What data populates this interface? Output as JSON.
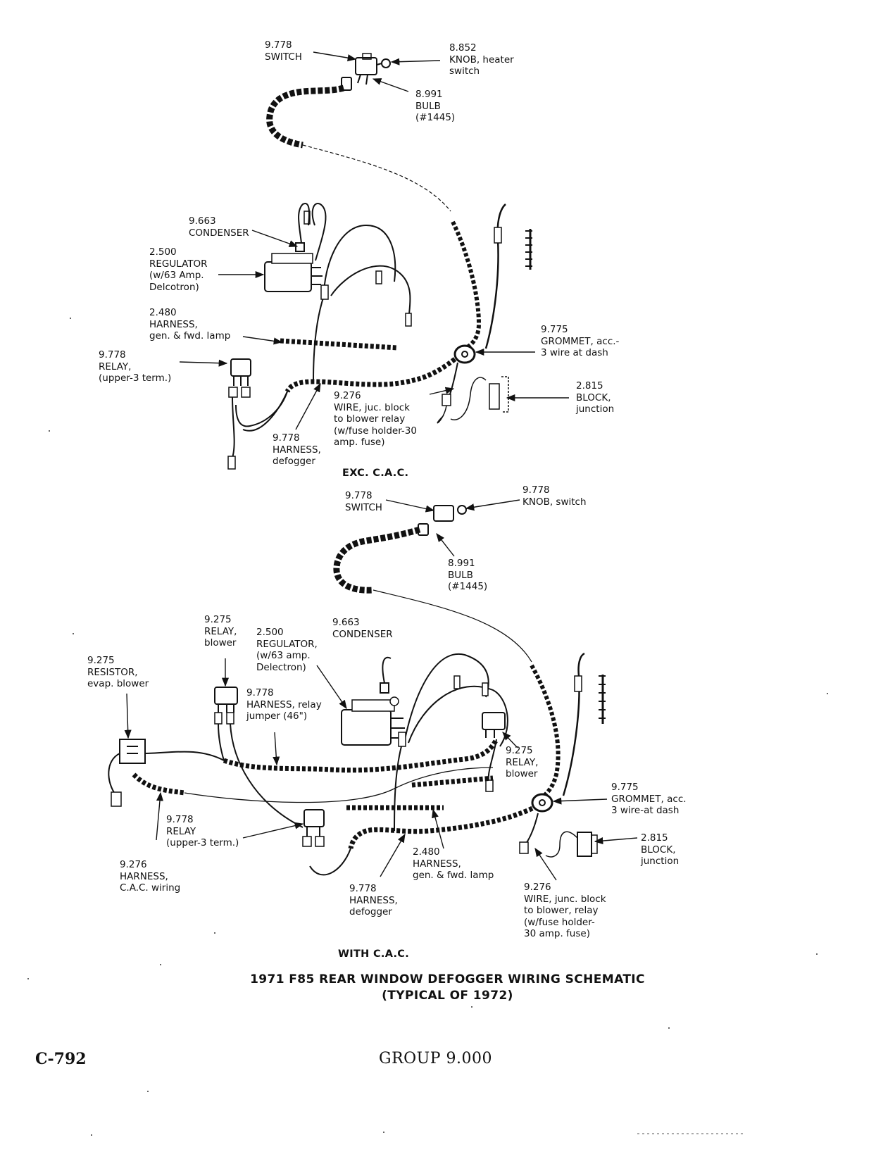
{
  "labels_top": [
    {
      "id": "t_switch",
      "lines": [
        "9.778",
        "SWITCH"
      ]
    },
    {
      "id": "t_knob",
      "lines": [
        "8.852",
        "KNOB, heater",
        "switch"
      ]
    },
    {
      "id": "t_bulb",
      "lines": [
        "8.991",
        "BULB",
        "(#1445)"
      ]
    },
    {
      "id": "t_condenser",
      "lines": [
        "9.663",
        "CONDENSER"
      ]
    },
    {
      "id": "t_regulator",
      "lines": [
        "2.500",
        "REGULATOR",
        "(w/63 Amp.",
        "Delcotron)"
      ]
    },
    {
      "id": "t_harness_gen",
      "lines": [
        "2.480",
        "HARNESS,",
        "gen. & fwd. lamp"
      ]
    },
    {
      "id": "t_relay",
      "lines": [
        "9.778",
        "RELAY,",
        "(upper-3 term.)"
      ]
    },
    {
      "id": "t_grommet",
      "lines": [
        "9.775",
        "GROMMET, acc.-",
        "3 wire at dash"
      ]
    },
    {
      "id": "t_block",
      "lines": [
        "2.815",
        "BLOCK,",
        "junction"
      ]
    },
    {
      "id": "t_wire",
      "lines": [
        "9.276",
        "WIRE, juc. block",
        "to blower relay",
        "(w/fuse holder-30",
        "amp. fuse)"
      ]
    },
    {
      "id": "t_harness_def",
      "lines": [
        "9.778",
        "HARNESS,",
        "defogger"
      ]
    }
  ],
  "labels_bottom": [
    {
      "id": "b_switch",
      "lines": [
        "9.778",
        "SWITCH"
      ]
    },
    {
      "id": "b_knob",
      "lines": [
        "9.778",
        "KNOB, switch"
      ]
    },
    {
      "id": "b_bulb",
      "lines": [
        "8.991",
        "BULB",
        "(#1445)"
      ]
    },
    {
      "id": "b_relay_blower_l",
      "lines": [
        "9.275",
        "RELAY,",
        "blower"
      ]
    },
    {
      "id": "b_regulator",
      "lines": [
        "2.500",
        "REGULATOR,",
        "(w/63 amp.",
        "Delectron)"
      ]
    },
    {
      "id": "b_condenser",
      "lines": [
        "9.663",
        "CONDENSER"
      ]
    },
    {
      "id": "b_resistor",
      "lines": [
        "9.275",
        "RESISTOR,",
        "evap. blower"
      ]
    },
    {
      "id": "b_harness_jumper",
      "lines": [
        "9.778",
        "HARNESS, relay",
        "jumper (46\")"
      ]
    },
    {
      "id": "b_relay_blower_r",
      "lines": [
        "9.275",
        "RELAY,",
        "blower"
      ]
    },
    {
      "id": "b_grommet",
      "lines": [
        "9.775",
        "GROMMET, acc.",
        "3 wire-at dash"
      ]
    },
    {
      "id": "b_block",
      "lines": [
        "2.815",
        "BLOCK,",
        "junction"
      ]
    },
    {
      "id": "b_relay_upper",
      "lines": [
        "9.778",
        "RELAY",
        "(upper-3 term.)"
      ]
    },
    {
      "id": "b_harness_cac",
      "lines": [
        "9.276",
        "HARNESS,",
        "C.A.C. wiring"
      ]
    },
    {
      "id": "b_harness_gen",
      "lines": [
        "2.480",
        "HARNESS,",
        "gen. & fwd. lamp"
      ]
    },
    {
      "id": "b_harness_def",
      "lines": [
        "9.778",
        "HARNESS,",
        "defogger"
      ]
    },
    {
      "id": "b_wire",
      "lines": [
        "9.276",
        "WIRE, junc. block",
        "to blower, relay",
        "(w/fuse holder-",
        "30 amp. fuse)"
      ]
    }
  ],
  "captions": {
    "exc_cac": "EXC. C.A.C.",
    "with_cac": "WITH C.A.C.",
    "title_line1": "1971 F85 REAR WINDOW DEFOGGER WIRING SCHEMATIC",
    "title_line2": "(TYPICAL OF 1972)"
  },
  "footer": {
    "page_code": "C-792",
    "group": "GROUP 9.000"
  }
}
